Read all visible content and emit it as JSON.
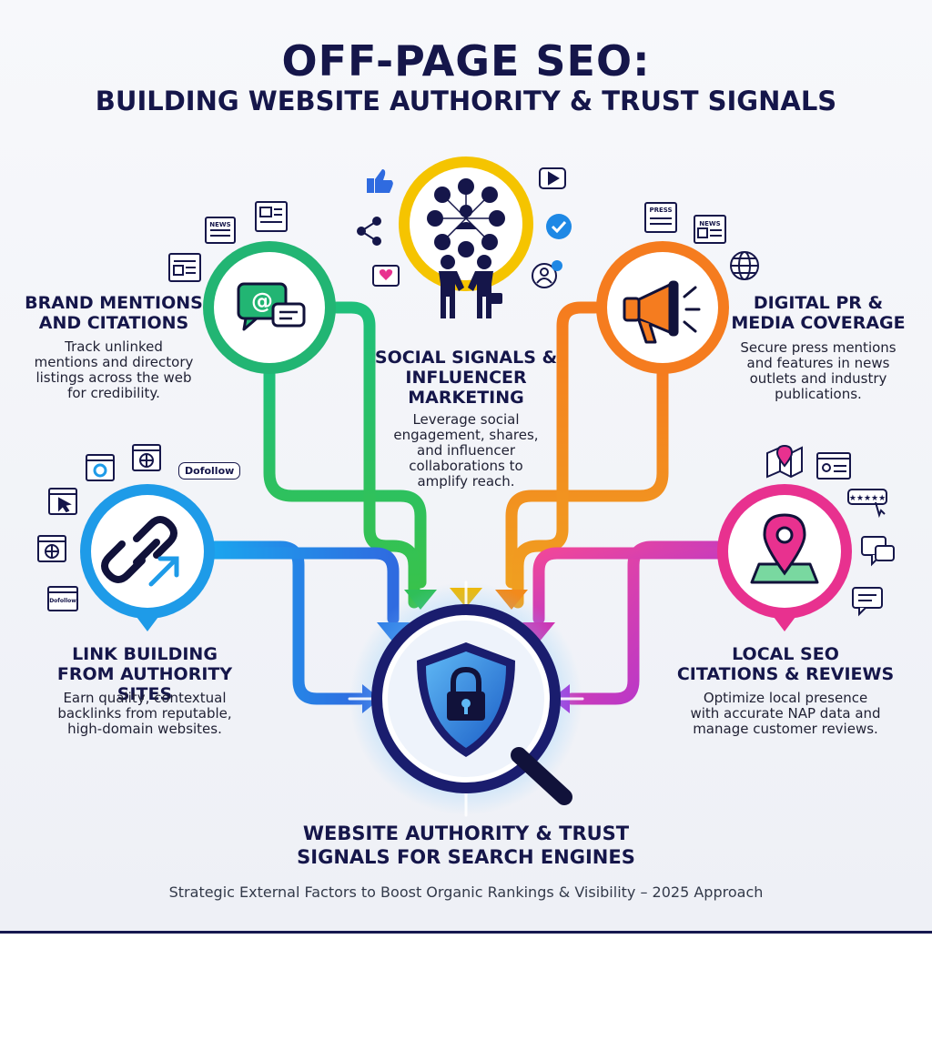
{
  "title": {
    "main": "OFF-PAGE SEO:",
    "subtitle": "BUILDING WEBSITE AUTHORITY & TRUST SIGNALS"
  },
  "nodes": {
    "brand": {
      "title": "BRAND MENTIONS AND CITATIONS",
      "title_lines": [
        "BRAND MENTIONS",
        "AND CITATIONS"
      ],
      "description": "Track unlinked mentions and directory listings across the web for credibility.",
      "desc_lines": [
        "Track unlinked",
        "mentions and directory",
        "listings across the web",
        "for credibility."
      ],
      "color": "#22b573",
      "icon": "chat-at-icon"
    },
    "social": {
      "title": "SOCIAL SIGNALS & INFLUENCER MARKETING",
      "title_lines": [
        "SOCIAL SIGNALS &",
        "INFLUENCER",
        "MARKETING"
      ],
      "description": "Leverage social engagement, shares, and influencer collaborations to amplify reach.",
      "desc_lines": [
        "Leverage social",
        "engagement, shares,",
        "and influencer",
        "collaborations to",
        "amplify reach."
      ],
      "color": "#f5c400",
      "icon": "social-network-icon"
    },
    "pr": {
      "title": "DIGITAL PR & MEDIA COVERAGE",
      "title_lines": [
        "DIGITAL PR &",
        "MEDIA COVERAGE"
      ],
      "description": "Secure press mentions and features in news outlets and industry publications.",
      "desc_lines": [
        "Secure press mentions",
        "and features in news",
        "outlets and industry",
        "publications."
      ],
      "color": "#f57c1f",
      "icon": "megaphone-icon"
    },
    "links": {
      "title": "LINK BUILDING FROM AUTHORITY SITES",
      "title_lines": [
        "LINK BUILDING",
        "FROM AUTHORITY SITES"
      ],
      "description": "Earn quality, contextual backlinks from reputable, high-domain websites.",
      "desc_lines": [
        "Earn quality, contextual",
        "backlinks from reputable,",
        "high-domain websites."
      ],
      "color": "#1e9be8",
      "icon": "chain-link-icon"
    },
    "local": {
      "title": "LOCAL SEO CITATIONS & REVIEWS",
      "title_lines": [
        "LOCAL SEO",
        "CITATIONS & REVIEWS"
      ],
      "description": "Optimize local presence with accurate NAP data and manage customer reviews.",
      "desc_lines": [
        "Optimize local presence",
        "with accurate NAP data and",
        "manage customer reviews."
      ],
      "color": "#e8318f",
      "icon": "map-pin-icon"
    }
  },
  "center": {
    "title": "WEBSITE AUTHORITY & TRUST SIGNALS FOR SEARCH ENGINES",
    "title_lines": [
      "WEBSITE AUTHORITY & TRUST",
      "SIGNALS FOR SEARCH ENGINES"
    ],
    "icon": "shield-lock-magnifier-icon"
  },
  "labels": {
    "news1": "NEWS",
    "news2": "NEWS",
    "press": "PRESS",
    "dofollow1": "Dofollow",
    "dofollow2": "Dofollow",
    "rating": "★★★★★"
  },
  "footer": "Strategic External Factors to Boost Organic Rankings & Visibility – 2025 Approach",
  "colors": {
    "navy": "#15164a",
    "green": "#22b573",
    "yellow": "#f5c400",
    "orange": "#f57c1f",
    "blue": "#1e9be8",
    "pink": "#e8318f",
    "purple": "#8e35d6"
  }
}
